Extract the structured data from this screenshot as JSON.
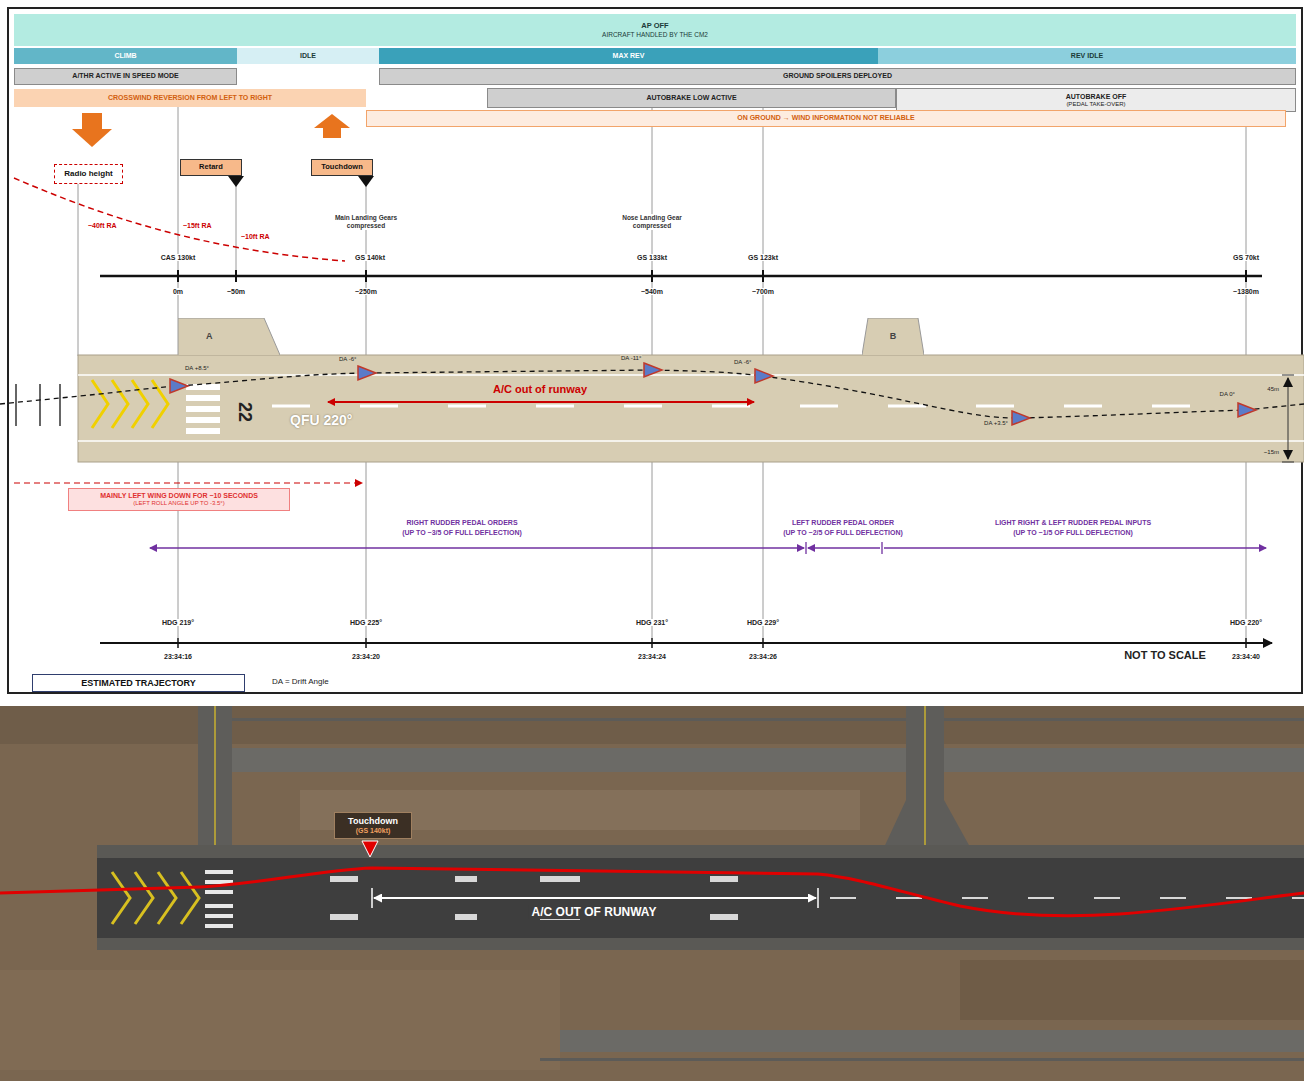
{
  "diagram": {
    "nodes": [
      {
        "text": [
          "AP OFF",
          "AIRCRAFT HANDLED BY THE CM2"
        ]
      },
      {
        "text": [
          "CLIMB"
        ]
      },
      {
        "text": [
          "IDLE"
        ]
      },
      {
        "text": [
          "MAX REV"
        ]
      },
      {
        "text": [
          "REV IDLE"
        ]
      },
      {
        "text": [
          "A/THR ACTIVE IN SPEED MODE"
        ]
      },
      {
        "text": [
          "GROUND SPOILERS DEPLOYED"
        ]
      },
      {
        "text": [
          "AUTOBRAKE LOW ACTIVE"
        ]
      },
      {
        "text": [
          "AUTOBRAKE OFF",
          "(PEDAL TAKE-OVER)"
        ]
      },
      {
        "text": [
          "CROSSWIND REVERSION FROM LEFT TO RIGHT"
        ]
      },
      {
        "text": [
          "ON GROUND → WIND INFORMATION NOT RELIABLE"
        ]
      },
      {
        "text": [
          "Radio height"
        ]
      },
      {
        "text": [
          "Retard"
        ]
      },
      {
        "text": [
          "Touchdown"
        ]
      },
      {
        "text": [
          "A"
        ]
      },
      {
        "text": [
          "B"
        ]
      },
      {
        "text": [
          "MAINLY LEFT WING DOWN FOR ~10 SECONDS",
          "(LEFT ROLL ANGLE UP TO -3.5°)"
        ]
      },
      {
        "text": [
          "ESTIMATED TRAJECTORY"
        ]
      },
      {
        "text": [
          "Touchdown",
          "(GS 140kt)"
        ]
      }
    ],
    "labels": [
      "~40ft RA",
      "~15ft RA",
      "~10ft RA",
      "Main Landing Gears compressed",
      "Nose Landing Gear compressed",
      "CAS 130kt",
      "GS 140kt",
      "GS 133kt",
      "GS 123kt",
      "GS 70kt",
      "0m",
      "~50m",
      "~250m",
      "~540m",
      "~700m",
      "~1380m",
      "DA +8.5°",
      "DA -6°",
      "DA -11°",
      "DA -6°",
      "DA +3.5°",
      "DA 0°",
      "22",
      "QFU 220°",
      "A/C out of runway",
      "45m",
      "~15m",
      "RIGHT RUDDER PEDAL ORDERS",
      "(UP TO ~3/5 OF FULL DEFLECTION)",
      "LEFT RUDDER PEDAL ORDER",
      "(UP TO ~2/5 OF FULL DEFLECTION)",
      "LIGHT RIGHT & LEFT RUDDER PEDAL INPUTS",
      "(UP TO ~1/5 OF FULL DEFLECTION)",
      "HDG 219°",
      "HDG 225°",
      "HDG 231°",
      "HDG 229°",
      "HDG 220°",
      "23:34:16",
      "23:34:20",
      "23:34:24",
      "23:34:26",
      "23:34:40",
      "NOT TO SCALE",
      "DA = Drift Angle",
      "A/C OUT OF RUNWAY"
    ]
  }
}
